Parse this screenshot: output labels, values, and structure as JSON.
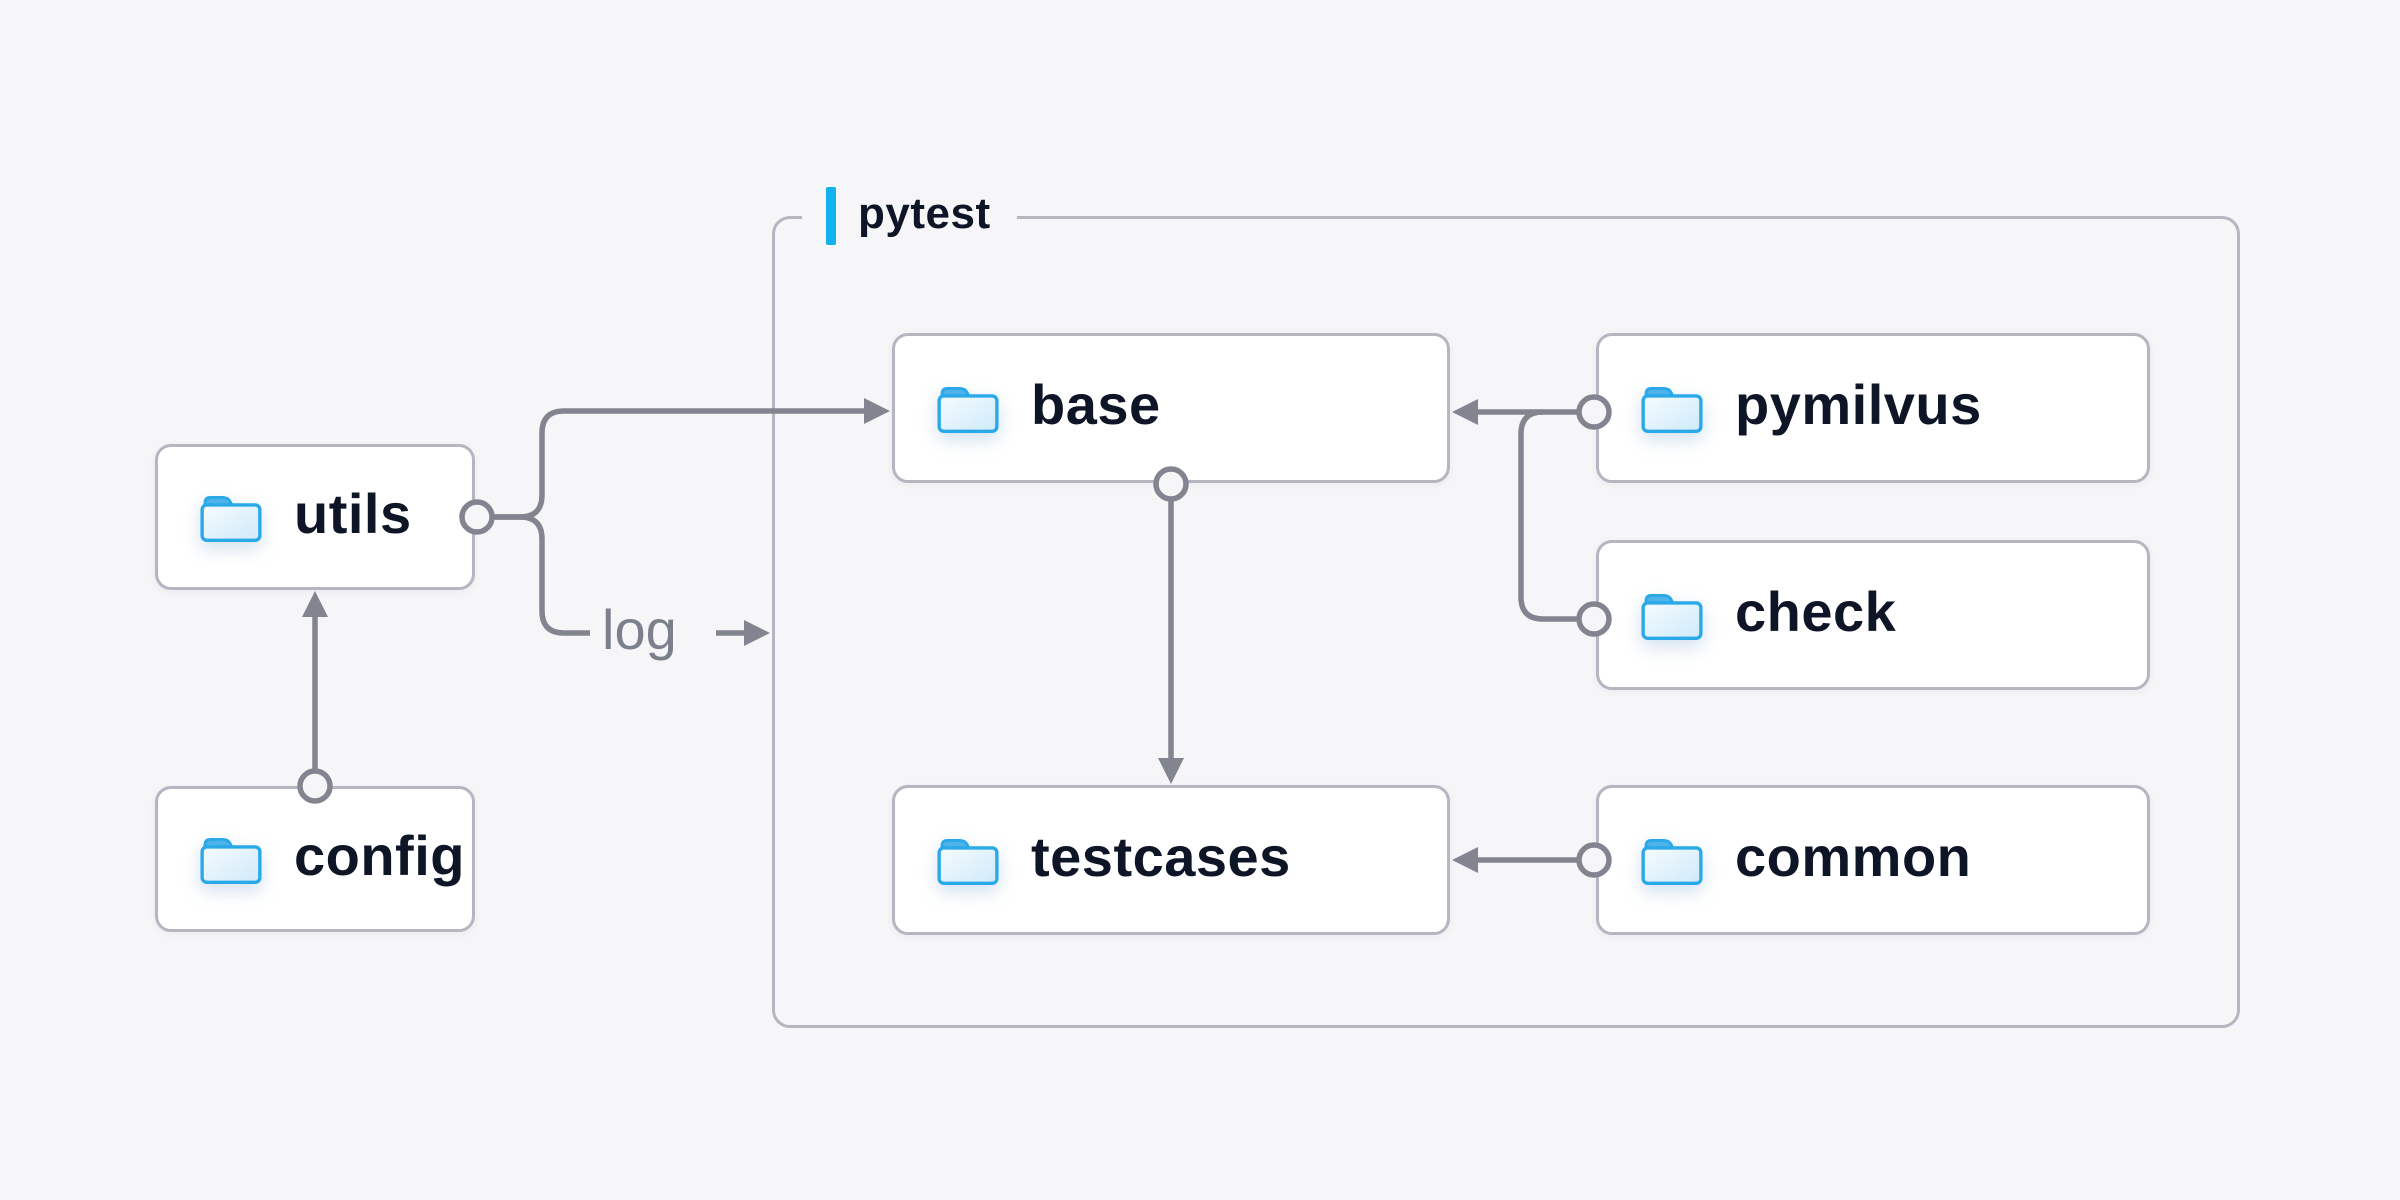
{
  "diagram": {
    "title": "pytest",
    "type": "folder-dependency-diagram"
  },
  "container": {
    "label": "pytest"
  },
  "nodes": {
    "utils": {
      "label": "utils",
      "icon": "folder-icon"
    },
    "config": {
      "label": "config",
      "icon": "folder-icon"
    },
    "base": {
      "label": "base",
      "icon": "folder-icon"
    },
    "testcases": {
      "label": "testcases",
      "icon": "folder-icon"
    },
    "pymilvus": {
      "label": "pymilvus",
      "icon": "folder-icon"
    },
    "check": {
      "label": "check",
      "icon": "folder-icon"
    },
    "common": {
      "label": "common",
      "icon": "folder-icon"
    }
  },
  "edge_labels": {
    "log": "log"
  },
  "edges": [
    {
      "from": "config",
      "to": "utils"
    },
    {
      "from": "utils",
      "to": "base"
    },
    {
      "from": "utils",
      "to": "pytest-container",
      "label": "log"
    },
    {
      "from": "base",
      "to": "testcases"
    },
    {
      "from": "pymilvus",
      "to": "base"
    },
    {
      "from": "check",
      "to": "base"
    },
    {
      "from": "common",
      "to": "testcases"
    }
  ],
  "colors": {
    "background": "#f6f6f8",
    "node_background": "#ffffff",
    "node_border": "#b5b6c1",
    "connector": "#82848f",
    "text": "#0e1527",
    "edge_label_text": "#7c7f8c",
    "accent_bar": "#12b2f2",
    "folder_stroke": "#29a9e8",
    "folder_tab": "#4fb2e8",
    "folder_fill_light": "#f4fafd",
    "folder_fill_dark": "#cfeafa"
  }
}
